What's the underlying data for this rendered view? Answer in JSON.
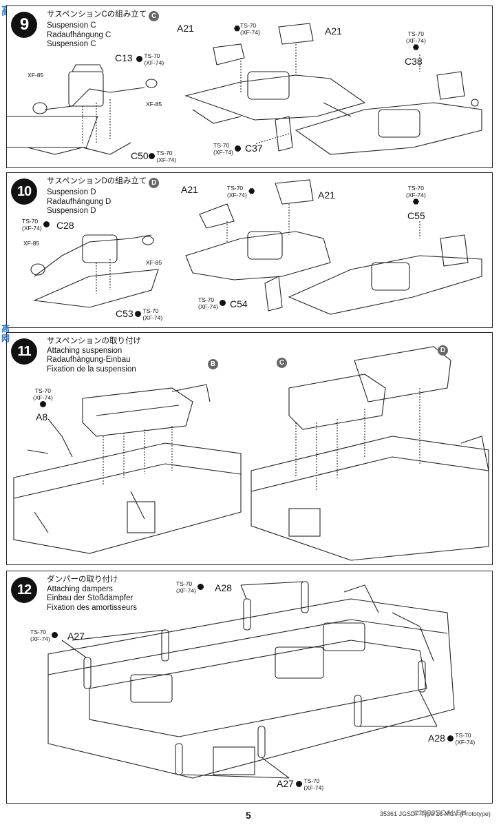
{
  "watermark": {
    "top": "高网",
    "side": "高网",
    "bottom": "©1999SCALEH"
  },
  "paint": {
    "ts": "TS-70",
    "xf": "(XF-74)",
    "xf85": "XF-85"
  },
  "step9": {
    "number": "9",
    "title_jp": "サスペンションCの組み立て",
    "title_en": "Suspension C",
    "title_de": "Radaufhängung C",
    "title_fr": "Suspension C",
    "mark": "C",
    "parts": {
      "a21": "A21",
      "c13": "C13",
      "c38": "C38",
      "c37": "C37",
      "c50": "C50"
    }
  },
  "step10": {
    "number": "10",
    "title_jp": "サスペンションDの組み立て",
    "title_en": "Suspension D",
    "title_de": "Radaufhängung D",
    "title_fr": "Suspension D",
    "mark": "D",
    "parts": {
      "a21": "A21",
      "c28": "C28",
      "c55": "C55",
      "c54": "C54",
      "c53": "C53"
    }
  },
  "step11": {
    "number": "11",
    "title_jp": "サスペンションの取り付け",
    "title_en": "Attaching suspension",
    "title_de": "Radaufhängung-Einbau",
    "title_fr": "Fixation de la suspension",
    "marks": {
      "b": "B",
      "c": "C",
      "d": "D"
    },
    "parts": {
      "a8": "A8"
    }
  },
  "step12": {
    "number": "12",
    "title_jp": "ダンパーの取り付け",
    "title_en": "Attaching dampers",
    "title_de": "Einbau der Stoßdämpfer",
    "title_fr": "Fixation des amortisseurs",
    "parts": {
      "a28": "A28",
      "a27": "A27"
    }
  },
  "footer": {
    "page": "5",
    "code": "35361 JGSDF Type 16 MCV (Prototype)"
  }
}
